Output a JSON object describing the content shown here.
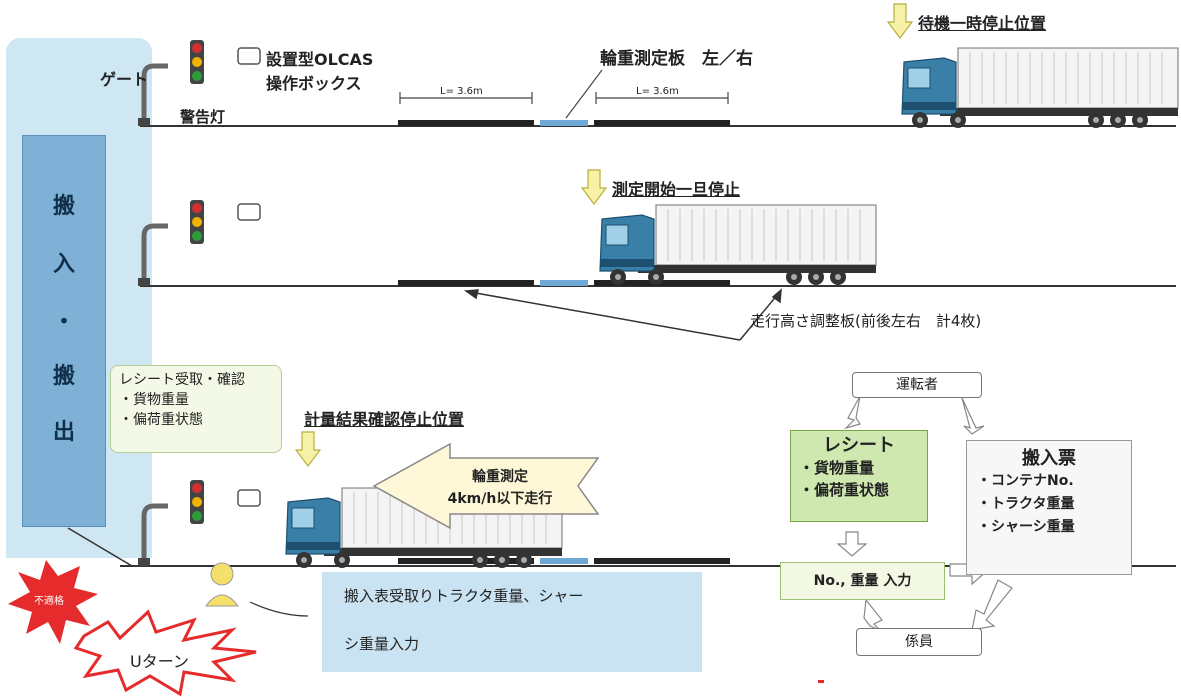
{
  "labels": {
    "gate": "ゲート",
    "warning_light": "警告灯",
    "olcas_box_line1": "設置型OLCAS",
    "olcas_box_line2": "操作ボックス",
    "plate_title": "輪重測定板　左／右",
    "length_left": "L= 3.6m",
    "length_right": "L= 3.6m",
    "standby_stop": "待機一時停止位置",
    "measure_start_stop": "測定開始一旦停止",
    "height_plate": "走行高さ調整板(前後左右　計4枚)",
    "result_stop": "計量結果確認停止位置",
    "uturn": "Uターン",
    "burst_text": "不適格"
  },
  "side": {
    "chars": [
      "搬",
      "入",
      "・",
      "搬",
      "出"
    ]
  },
  "callout": {
    "line1": "レシート受取・確認",
    "line2": "・貨物重量",
    "line3": "・偏荷重状態"
  },
  "big_arrow": {
    "line1": "輪重測定",
    "line2": "4km/h以下走行"
  },
  "entry_box": {
    "line1": "搬入表受取りトラクタ重量、シャー",
    "line2": "シ重量入力"
  },
  "flow": {
    "driver": "運転者",
    "staff": "係員",
    "input": "No., 重量 入力",
    "receipt_title": "レシート",
    "receipt_item1": "・貨物重量",
    "receipt_item2": "・偏荷重状態",
    "ticket_title": "搬入票",
    "ticket_item1": "・コンテナNo.",
    "ticket_item2": "・トラクタ重量",
    "ticket_item3": "・シャーシ重量"
  },
  "colors": {
    "band": "#cfe6f3",
    "side_panel": "#7fb1d6",
    "truck_cab": "#3a7fa8",
    "traffic_red": "#d32f2f",
    "traffic_yellow": "#f0b400",
    "traffic_green": "#2e9b3a",
    "stop_arrow": "#f6f1a6",
    "burst": "#e52b2b",
    "receipt_green": "#cfe8b0"
  }
}
